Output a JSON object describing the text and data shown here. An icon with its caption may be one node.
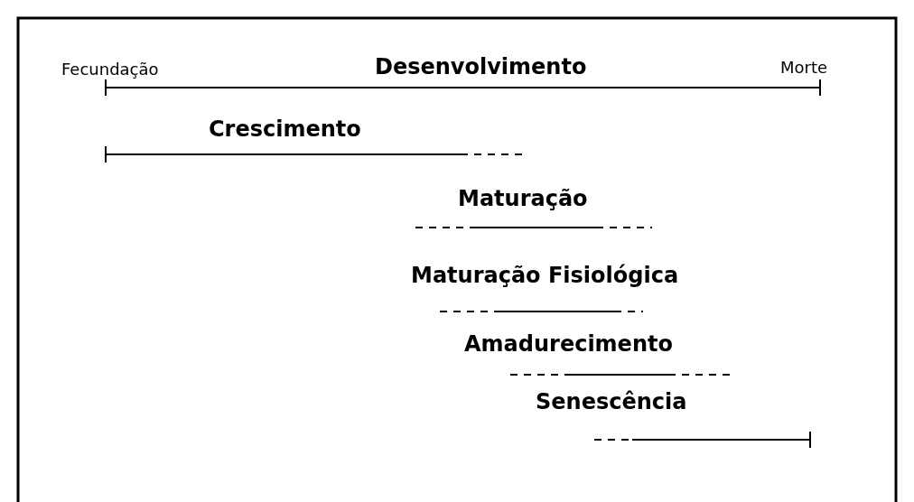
{
  "diagram": {
    "labels": [
      "Fecundação",
      "Desenvolvimento",
      "Morte",
      "Crescimento",
      "Maturação",
      "Maturação Fisiológica",
      "Amadurecimento",
      "Senescência"
    ]
  }
}
